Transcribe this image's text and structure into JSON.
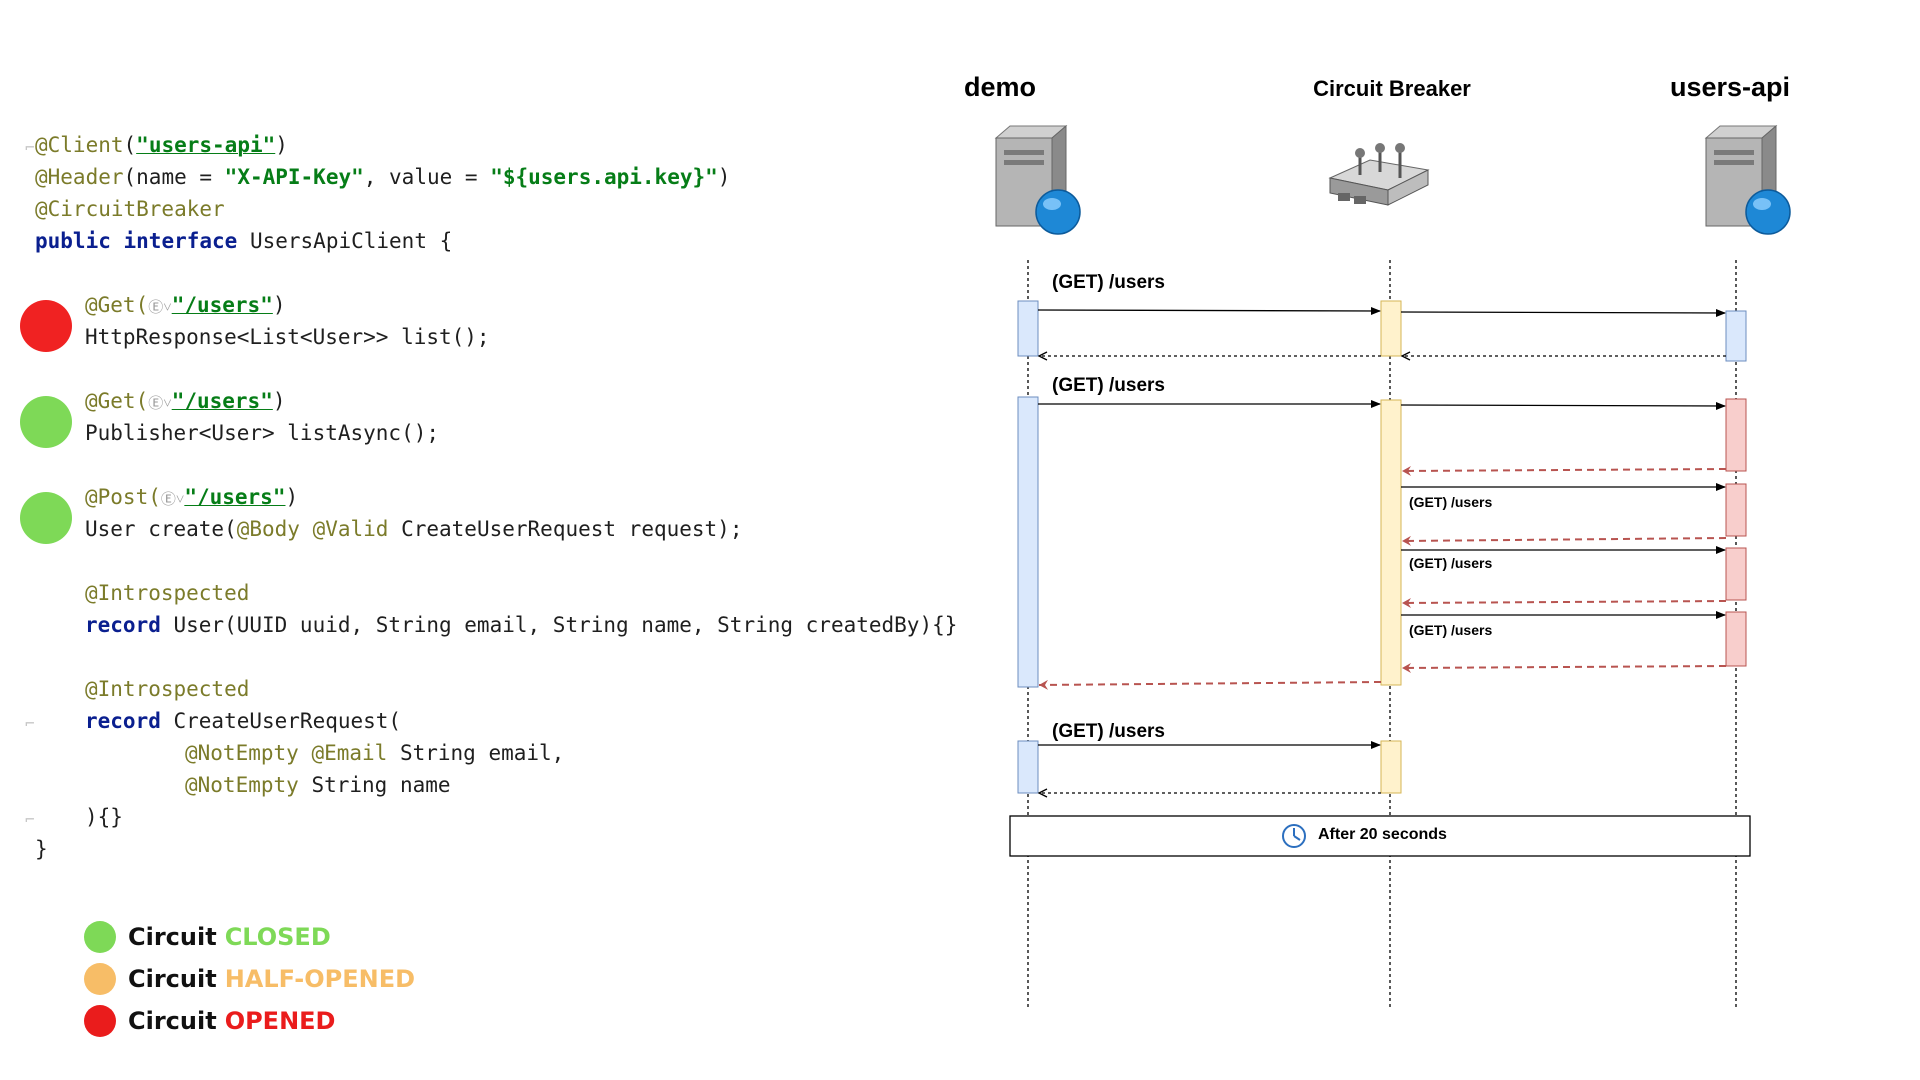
{
  "code": {
    "client_annotation": "@Client",
    "client_value": "\"users-api\"",
    "header_annotation": "@Header",
    "header_name_key": "(name = ",
    "header_name_value": "\"X-API-Key\"",
    "header_value_key": ", value = ",
    "header_value_value": "\"${users.api.key}\"",
    "circuit_breaker_annotation": "@CircuitBreaker",
    "interface_kw1": "public",
    "interface_kw2": "interface",
    "interface_rest": " UsersApiClient {",
    "get1_annotation": "@Get(",
    "get1_path": "\"/users\"",
    "get1_close": ")",
    "list_signature": "HttpResponse<List<User>> list();",
    "get2_annotation": "@Get(",
    "get2_path": "\"/users\"",
    "get2_close": ")",
    "list_async_signature": "Publisher<User> listAsync();",
    "post_annotation": "@Post(",
    "post_path": "\"/users\"",
    "post_close": ")",
    "create_prefix": "User create(",
    "create_body": "@Body",
    "create_valid": "@Valid",
    "create_rest": " CreateUserRequest request);",
    "introspected1": "@Introspected",
    "record_kw1": "record",
    "user_record_rest": " User(UUID uuid, String email, String name, String createdBy){}",
    "introspected2": "@Introspected",
    "record_kw2": "record",
    "create_request_rest": " CreateUserRequest(",
    "field1_ann1": "@NotEmpty",
    "field1_ann2": "@Email",
    "field1_rest": " String email,",
    "field2_ann": "@NotEmpty",
    "field2_rest": " String name",
    "record_close": "){}",
    "interface_close": "}",
    "globe_glyph": "Ⓔ˅"
  },
  "method_status": [
    {
      "method": "list",
      "state": "opened",
      "color": "#f02222"
    },
    {
      "method": "listAsync",
      "state": "closed",
      "color": "#7ed957"
    },
    {
      "method": "create",
      "state": "closed",
      "color": "#7ed957"
    }
  ],
  "legend": [
    {
      "prefix": "Circuit",
      "state": "CLOSED",
      "color": "#7ed957"
    },
    {
      "prefix": "Circuit",
      "state": "HALF-OPENED",
      "color": "#f7bd67"
    },
    {
      "prefix": "Circuit",
      "state": "OPENED",
      "color": "#ea1c1c"
    }
  ],
  "diagram": {
    "actors": [
      {
        "name": "demo",
        "icon": "server-globe-icon"
      },
      {
        "name": "Circuit Breaker",
        "icon": "circuit-breaker-device-icon"
      },
      {
        "name": "users-api",
        "icon": "server-globe-icon"
      }
    ],
    "messages": [
      "(GET) /users",
      "(GET) /users",
      "(GET) /users",
      "(GET) /users",
      "(GET) /users",
      "(GET) /users"
    ],
    "note": {
      "icon": "clock-icon",
      "label": "After 20 seconds"
    },
    "colors": {
      "demo_activation": "#dae8fc",
      "demo_activation_border": "#6c8ebf",
      "breaker_activation": "#fff2cc",
      "breaker_activation_border": "#d6b656",
      "api_activation": "#dae8fc",
      "api_failure": "#f8cecc",
      "api_failure_border": "#b85450",
      "failure_arrow": "#b85450"
    }
  }
}
